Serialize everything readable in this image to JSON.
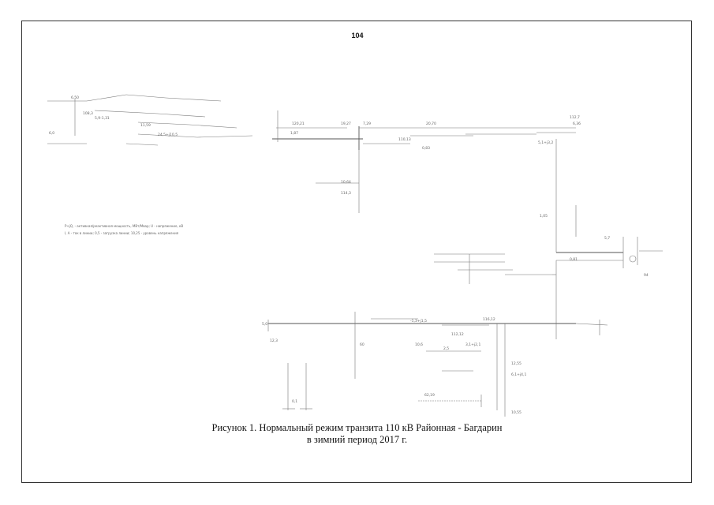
{
  "page": {
    "number": "104"
  },
  "figure": {
    "caption_line1": "Рисунок 1. Нормальный режим транзита 110 кВ Районная - Багдарин",
    "caption_line2": "в зимний период 2017 г."
  },
  "diagram_labels": {
    "top_left_values": [
      "6,50",
      "108,3",
      "11,59",
      "5,9-1,31",
      "6,0",
      "24,5+j10,5"
    ],
    "bus_values": [
      "120,21",
      "19,27",
      "7,29",
      "20,70",
      "0,83",
      "1,87",
      "110,13",
      "10,64",
      "114,3"
    ],
    "right_values": [
      "112,7",
      "6,36",
      "5,1+j3,2",
      "1,05",
      "0,81",
      "5,7",
      "94"
    ],
    "lower_values": [
      "5,0",
      "112,12",
      "12,3",
      "-1,3+j1,5",
      "10,6",
      "3,1+j2,1",
      "2,5",
      "60",
      "116,12",
      "12,55",
      "10,55",
      "0,1",
      "6,1+j4,1",
      "62,19"
    ],
    "legend_line1": "Р+jQ, - активная/реактивная мощность, МВт/Мвар; U - напряжение, кВ",
    "legend_line2": "I, А - ток в линии; 0,5 - загрузка линии; 10,25 - уровень напряжения"
  }
}
